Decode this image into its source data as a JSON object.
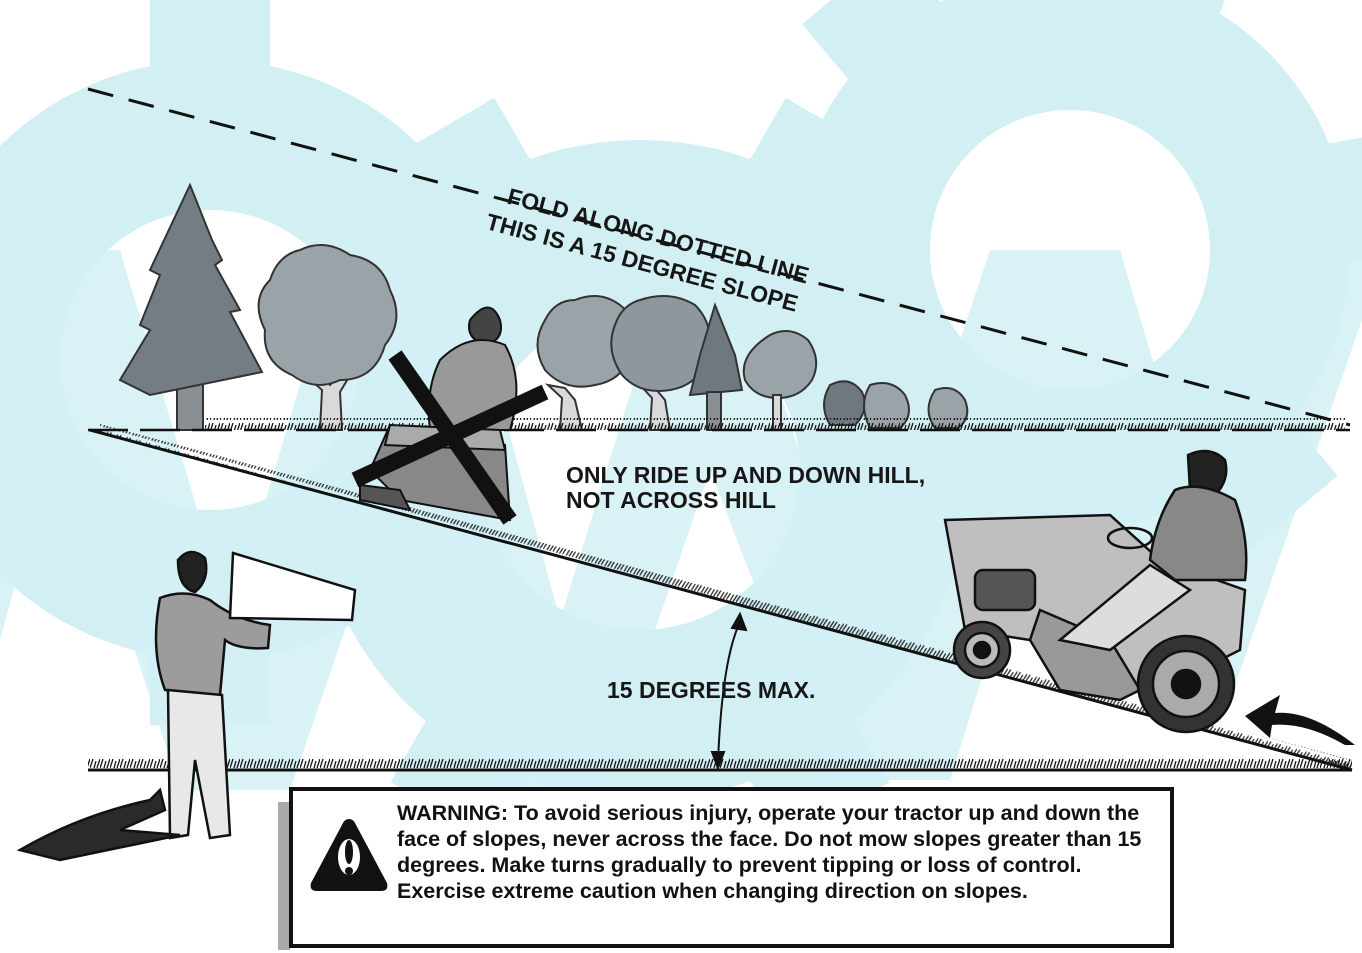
{
  "labels": {
    "fold_line_1": "FOLD ALONG DOTTED LINE",
    "fold_line_2": "THIS IS A 15 DEGREE SLOPE",
    "ride_instruction": "ONLY RIDE UP AND DOWN HILL,\nNOT ACROSS HILL",
    "max_angle": "15 DEGREES MAX."
  },
  "warning": {
    "icon": "warning-exclamation-icon",
    "text": "WARNING: To avoid serious injury, operate your tractor up and down the face of slopes, never across the face. Do not mow slopes greater than 15 degrees. Make turns gradually to prevent tipping or loss of control. Exercise extreme caution when changing direction on slopes."
  },
  "colors": {
    "ink": "#111111",
    "watermark": "#d2f0f4",
    "tree_dark": "#707a80",
    "tree_light": "#98a2a8",
    "warning_shadow": "#a9a9a9"
  }
}
